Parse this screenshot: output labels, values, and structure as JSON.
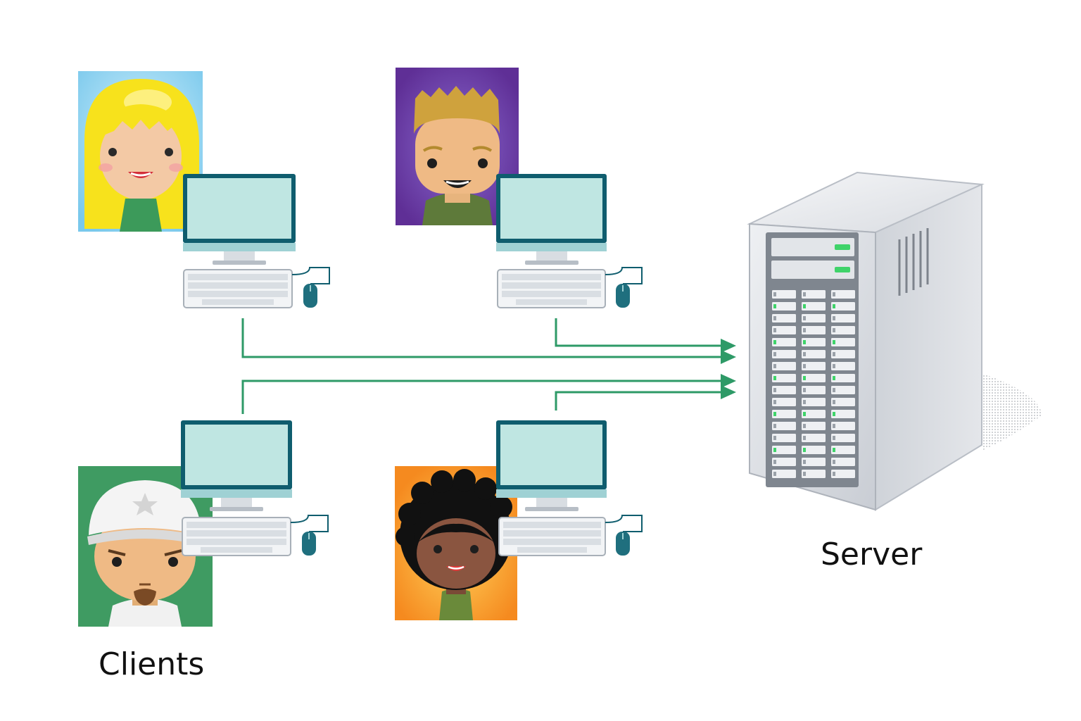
{
  "labels": {
    "clients": "Clients",
    "server": "Server"
  },
  "colors": {
    "connector": "#2e9a67",
    "monitor_frame": "#0f5d6e",
    "screen": "#bfe6e2",
    "server_body": "#dcdfe4",
    "led": "#3fd36a"
  },
  "clients": [
    {
      "avatar": "blonde-woman-avatar",
      "background": "#8dd3f0"
    },
    {
      "avatar": "blond-man-avatar",
      "background": "#6a3d9a"
    },
    {
      "avatar": "man-in-white-cap-avatar",
      "background": "#3f9b62"
    },
    {
      "avatar": "curly-haired-woman-avatar",
      "background": "#f59a2b"
    }
  ]
}
